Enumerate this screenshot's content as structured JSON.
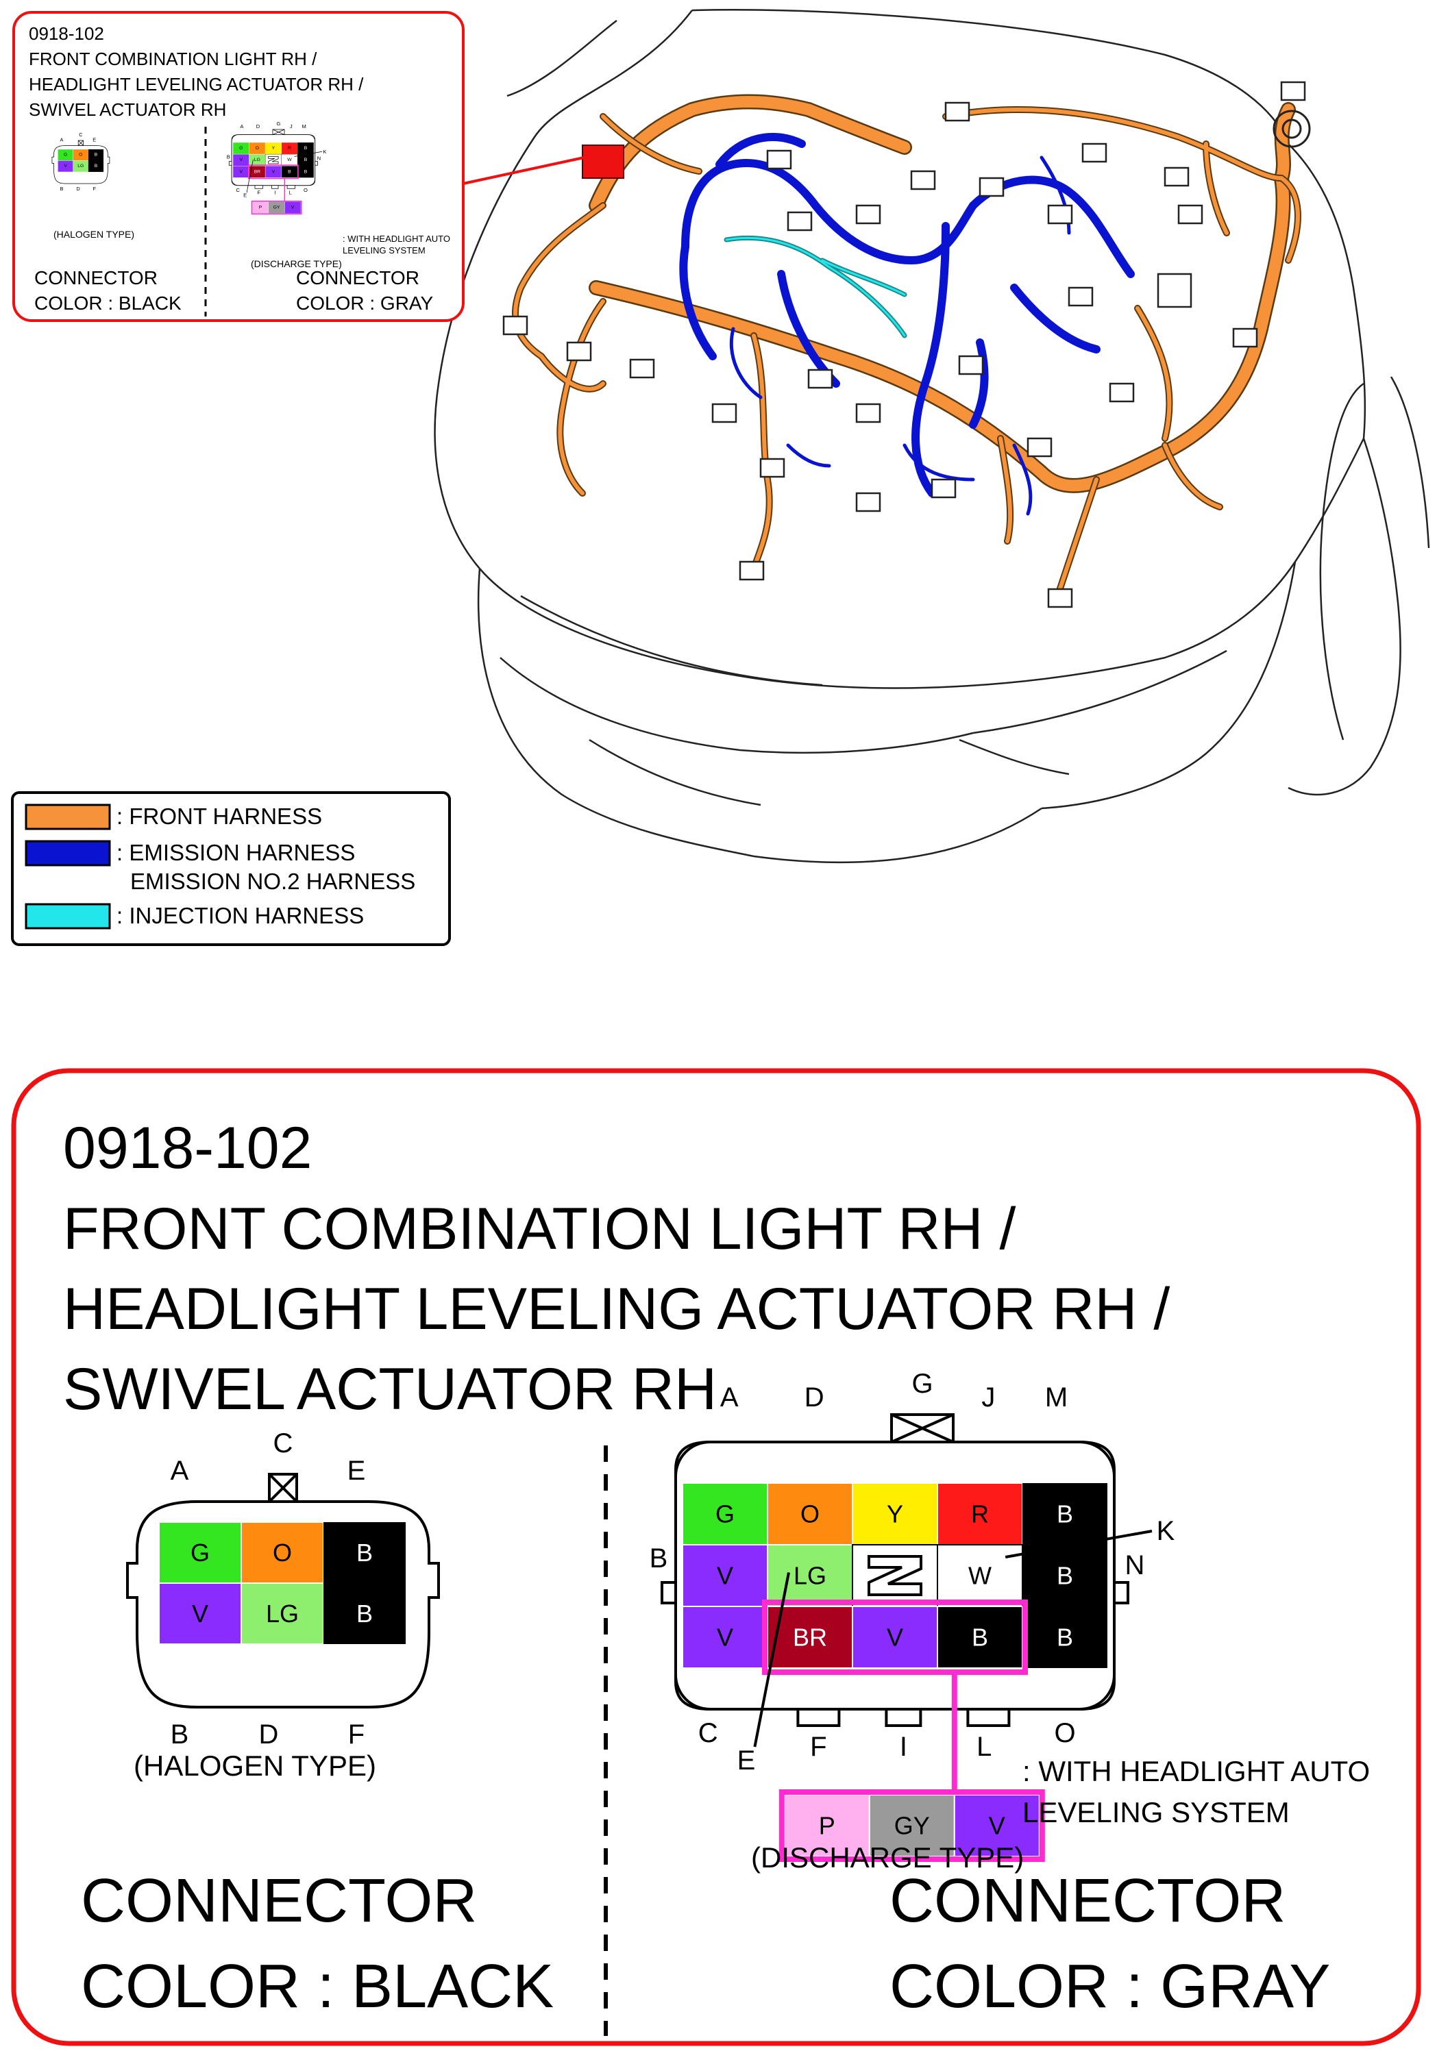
{
  "connector_id": "0918-102",
  "title_lines": [
    "FRONT COMBINATION LIGHT RH /",
    "HEADLIGHT LEVELING ACTUATOR RH /",
    "SWIVEL ACTUATOR RH"
  ],
  "halogen": {
    "type_label": "(HALOGEN TYPE)",
    "connector_label": "CONNECTOR",
    "color_label": "COLOR : BLACK",
    "pin_letters_top": [
      "A",
      "C",
      "E"
    ],
    "pin_letters_bottom": [
      "B",
      "D",
      "F"
    ],
    "cells": [
      {
        "text": "G",
        "color": "#33e61f",
        "text_color": "#000000"
      },
      {
        "text": "O",
        "color": "#ff8a10",
        "text_color": "#000000"
      },
      {
        "text": "B",
        "color": "#000000",
        "text_color": "#ffffff"
      },
      {
        "text": "V",
        "color": "#8b2cff",
        "text_color": "#000000"
      },
      {
        "text": "LG",
        "color": "#8eef6e",
        "text_color": "#000000"
      },
      {
        "text": "B",
        "color": "#000000",
        "text_color": "#ffffff"
      }
    ]
  },
  "discharge": {
    "type_label": "(DISCHARGE TYPE)",
    "connector_label": "CONNECTOR",
    "color_label": "COLOR : GRAY",
    "pin_letters": {
      "A": "A",
      "D": "D",
      "G": "G",
      "J": "J",
      "M": "M",
      "B": "B",
      "K": "K",
      "N": "N",
      "C": "C",
      "E": "E",
      "F": "F",
      "I": "I",
      "L": "L",
      "O": "O"
    },
    "cells": [
      {
        "text": "G",
        "color": "#33e61f",
        "text_color": "#000000"
      },
      {
        "text": "O",
        "color": "#ff8a10",
        "text_color": "#000000"
      },
      {
        "text": "Y",
        "color": "#ffee00",
        "text_color": "#000000"
      },
      {
        "text": "R",
        "color": "#ff1a1a",
        "text_color": "#000000"
      },
      {
        "text": "B",
        "color": "#000000",
        "text_color": "#ffffff"
      },
      {
        "text": "V",
        "color": "#8b2cff",
        "text_color": "#000000"
      },
      {
        "text": "LG",
        "color": "#8eef6e",
        "text_color": "#000000"
      },
      {
        "text": "",
        "color": "#ffffff",
        "text_color": "#000000"
      },
      {
        "text": "W",
        "color": "#ffffff",
        "text_color": "#000000"
      },
      {
        "text": "B",
        "color": "#000000",
        "text_color": "#ffffff"
      },
      {
        "text": "V",
        "color": "#8b2cff",
        "text_color": "#000000"
      },
      {
        "text": "BR",
        "color": "#a8001e",
        "text_color": "#ffffff"
      },
      {
        "text": "V",
        "color": "#8b2cff",
        "text_color": "#000000"
      },
      {
        "text": "B",
        "color": "#000000",
        "text_color": "#ffffff"
      },
      {
        "text": "B",
        "color": "#000000",
        "text_color": "#ffffff"
      }
    ],
    "auto_leveling_cells": [
      {
        "text": "P",
        "color": "#ffb0ee",
        "text_color": "#000000"
      },
      {
        "text": "GY",
        "color": "#9a9a9a",
        "text_color": "#000000"
      },
      {
        "text": "V",
        "color": "#8b2cff",
        "text_color": "#000000"
      }
    ],
    "auto_leveling_note": [
      ": WITH HEADLIGHT AUTO",
      "LEVELING SYSTEM"
    ],
    "highlight_color": "#ff2ad0"
  },
  "legend": [
    {
      "label": ": FRONT HARNESS",
      "color": "#f5923a"
    },
    {
      "label": ": EMISSION HARNESS",
      "label2": "EMISSION NO.2 HARNESS",
      "color": "#0a14d0"
    },
    {
      "label": ": INJECTION HARNESS",
      "color": "#22e6ea"
    }
  ],
  "colors": {
    "callout_border": "#ee1111",
    "marker": "#ee1111",
    "front": "#f5923a",
    "emission": "#0a14d0",
    "injection": "#22e6ea"
  }
}
